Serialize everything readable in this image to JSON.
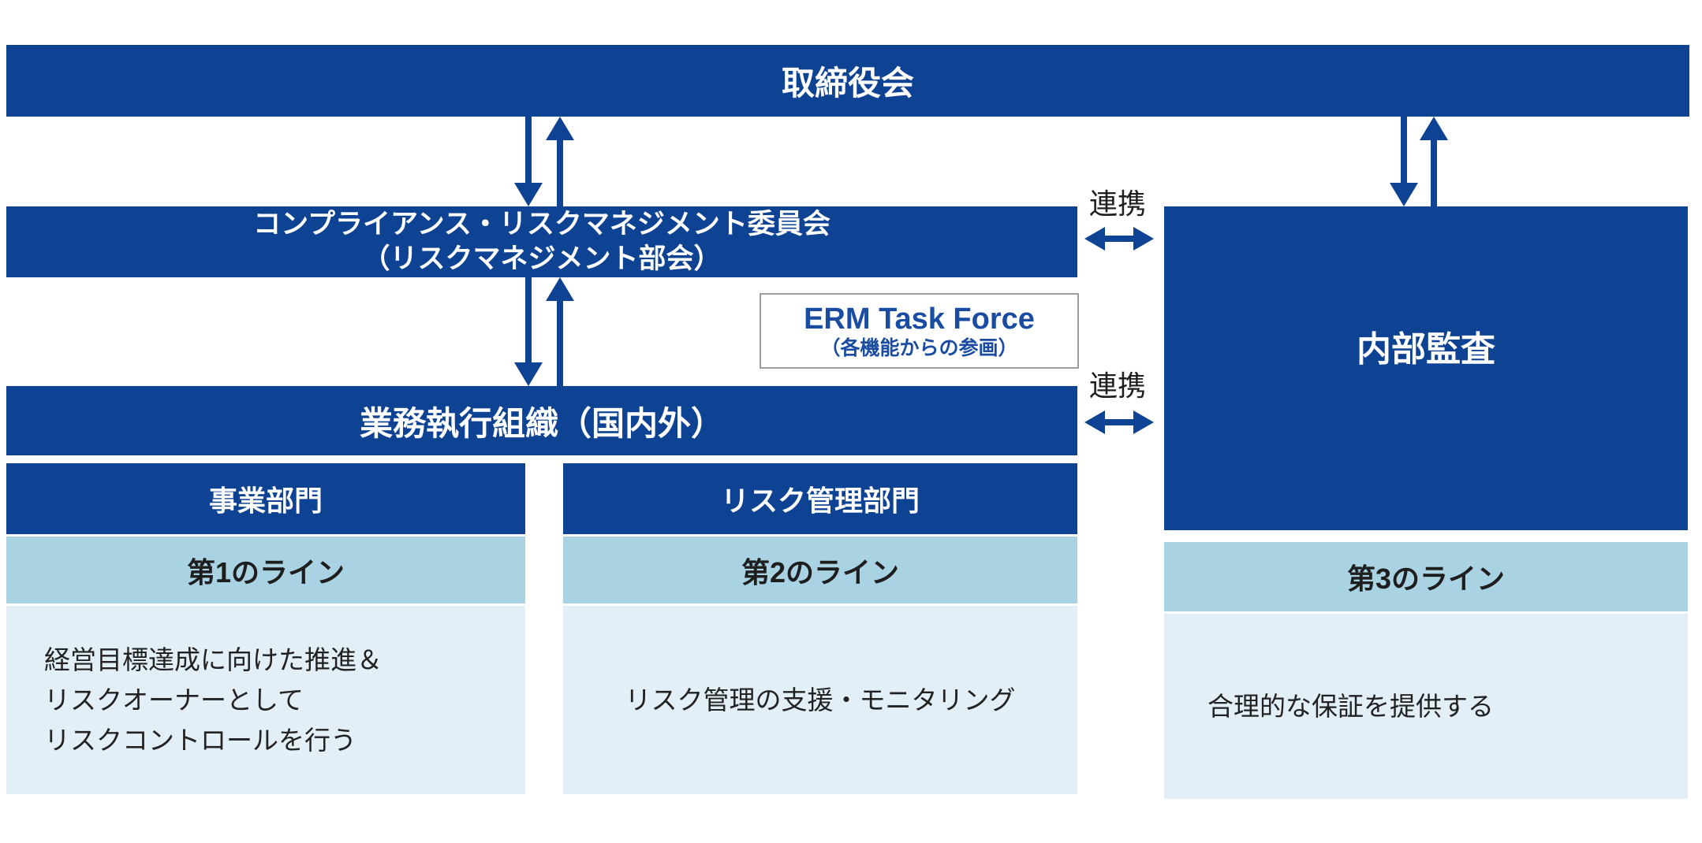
{
  "colors": {
    "navy": "#0e4293",
    "band_blue": "#a9d2e3",
    "pale_blue": "#e3eff7",
    "text_dark": "#1e1e1e",
    "erm_text_blue": "#1a4da1",
    "erm_border_gray": "#9e9e9e",
    "white": "#ffffff"
  },
  "board": {
    "label": "取締役会"
  },
  "committee": {
    "line1": "コンプライアンス・リスクマネジメント委員会",
    "line2": "（リスクマネジメント部会）"
  },
  "erm": {
    "title": "ERM Task Force",
    "subtitle": "（各機能からの参画）"
  },
  "exec": {
    "label": "業務執行組織（国内外）"
  },
  "internal_audit": {
    "label": "内部監査"
  },
  "renkei_top": {
    "label": "連携"
  },
  "renkei_bottom": {
    "label": "連携"
  },
  "columns": [
    {
      "header": "事業部門",
      "line_label": "第1のライン",
      "desc_line1": "経営目標達成に向けた推進＆",
      "desc_line2": "リスクオーナーとして",
      "desc_line3": "リスクコントロールを行う"
    },
    {
      "header": "リスク管理部門",
      "line_label": "第2のライン",
      "desc_line1": "リスク管理の支援・モニタリング"
    },
    {
      "line_label": "第3のライン",
      "desc_line1": "合理的な保証を提供する"
    }
  ]
}
